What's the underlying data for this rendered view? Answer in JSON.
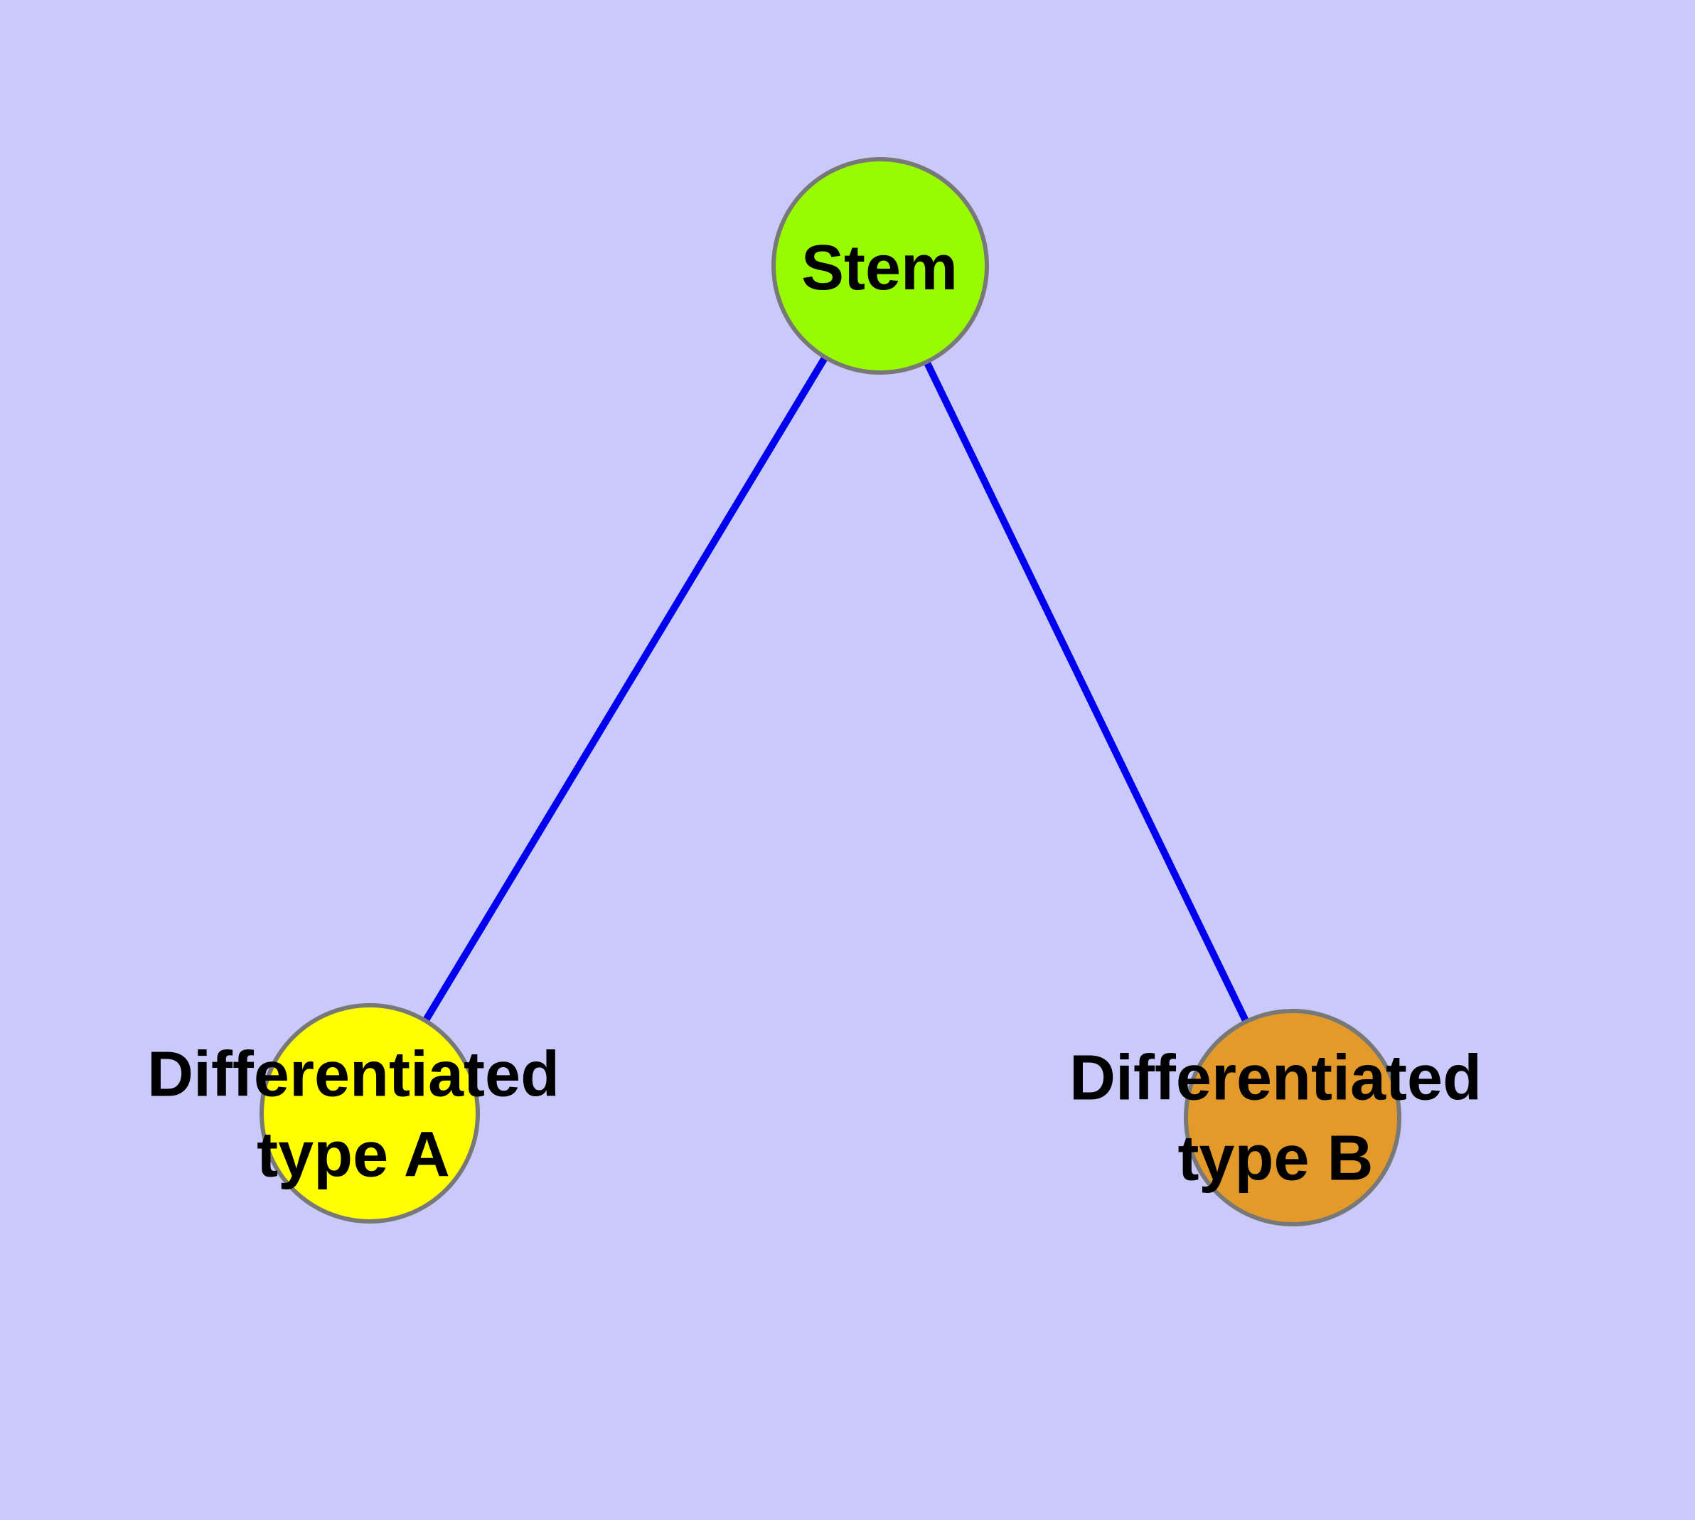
{
  "diagram": {
    "background_color": "#CACAFA",
    "node_border_color": "#787878",
    "edge_color": "#0000EE",
    "text_color": "#000000",
    "nodes": [
      {
        "id": "stem",
        "label": "Stem",
        "fill": "#99FB00"
      },
      {
        "id": "differentiated-type-a",
        "label": "Differentiated\ntype A",
        "fill": "#FFFF00"
      },
      {
        "id": "differentiated-type-b",
        "label": "Differentiated\ntype B",
        "fill": "#E49A28"
      }
    ],
    "edges": [
      {
        "from": "stem",
        "to": "differentiated-type-a"
      },
      {
        "from": "stem",
        "to": "differentiated-type-b"
      }
    ]
  }
}
